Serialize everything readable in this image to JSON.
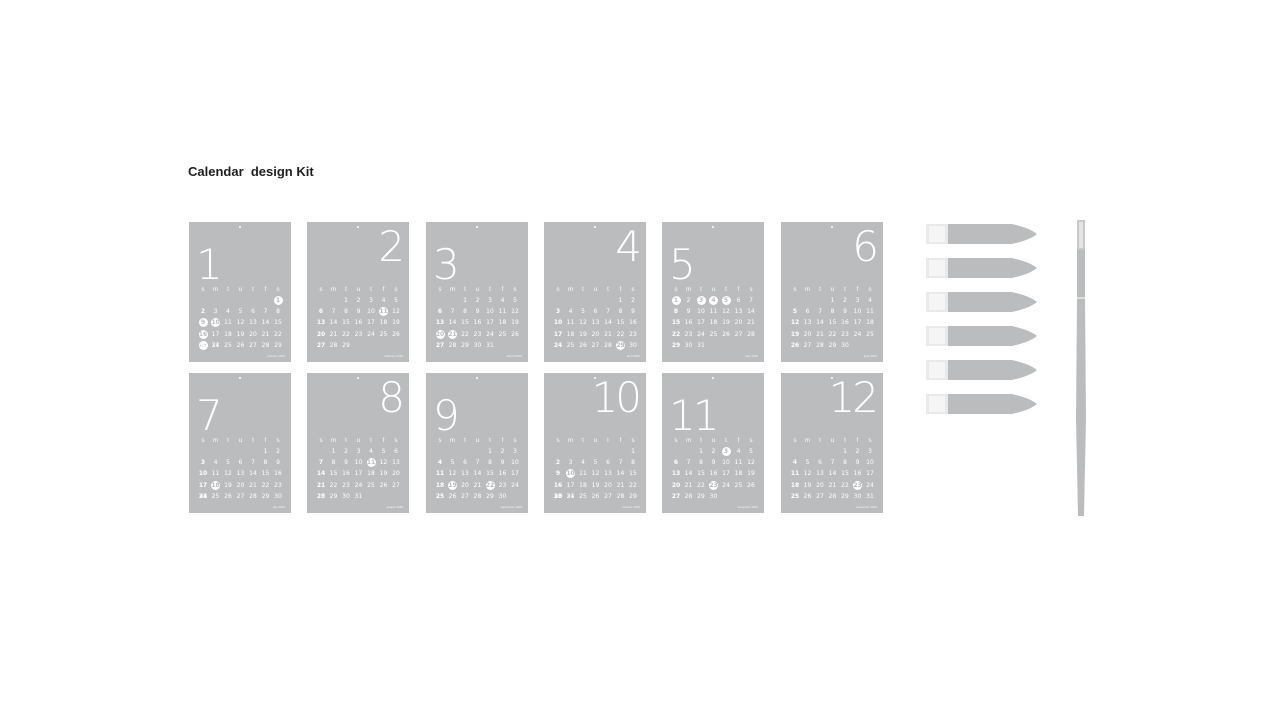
{
  "title": "Calendar  design Kit",
  "weekday_labels": [
    "s",
    "m",
    "t",
    "u",
    "t",
    "f",
    "s"
  ],
  "colors": {
    "card": "#bbbcbe",
    "text": "#ffffff",
    "tool": "#bbbcbe"
  },
  "months": [
    {
      "numeral": "1",
      "align": "left",
      "start": 6,
      "days": 31,
      "circled": [
        1,
        9,
        10,
        16,
        23
      ],
      "caption": "january 2016"
    },
    {
      "numeral": "2",
      "align": "right",
      "start": 2,
      "days": 29,
      "circled": [
        11
      ],
      "caption": "february 2016"
    },
    {
      "numeral": "3",
      "align": "left",
      "start": 2,
      "days": 31,
      "circled": [
        20,
        21
      ],
      "caption": "march 2016"
    },
    {
      "numeral": "4",
      "align": "right",
      "start": 5,
      "days": 30,
      "circled": [
        29
      ],
      "caption": "april 2016"
    },
    {
      "numeral": "5",
      "align": "left",
      "start": 0,
      "days": 31,
      "circled": [
        1,
        3,
        4,
        5
      ],
      "caption": "may 2016"
    },
    {
      "numeral": "6",
      "align": "right",
      "start": 3,
      "days": 30,
      "circled": [],
      "caption": "june 2016"
    },
    {
      "numeral": "7",
      "align": "left",
      "start": 5,
      "days": 31,
      "circled": [
        18
      ],
      "caption": "july 2016"
    },
    {
      "numeral": "8",
      "align": "right",
      "start": 1,
      "days": 31,
      "circled": [
        11
      ],
      "caption": "august 2016"
    },
    {
      "numeral": "9",
      "align": "left",
      "start": 4,
      "days": 30,
      "circled": [
        19,
        22
      ],
      "caption": "september 2016"
    },
    {
      "numeral": "10",
      "align": "right",
      "start": 6,
      "days": 31,
      "circled": [
        10
      ],
      "caption": "october 2016"
    },
    {
      "numeral": "11",
      "align": "left",
      "start": 2,
      "days": 30,
      "circled": [
        3,
        23
      ],
      "caption": "november 2016"
    },
    {
      "numeral": "12",
      "align": "right",
      "start": 4,
      "days": 31,
      "circled": [
        23
      ],
      "caption": "december 2016"
    }
  ],
  "tool_tips_count": 6,
  "tool_stick_count": 1
}
